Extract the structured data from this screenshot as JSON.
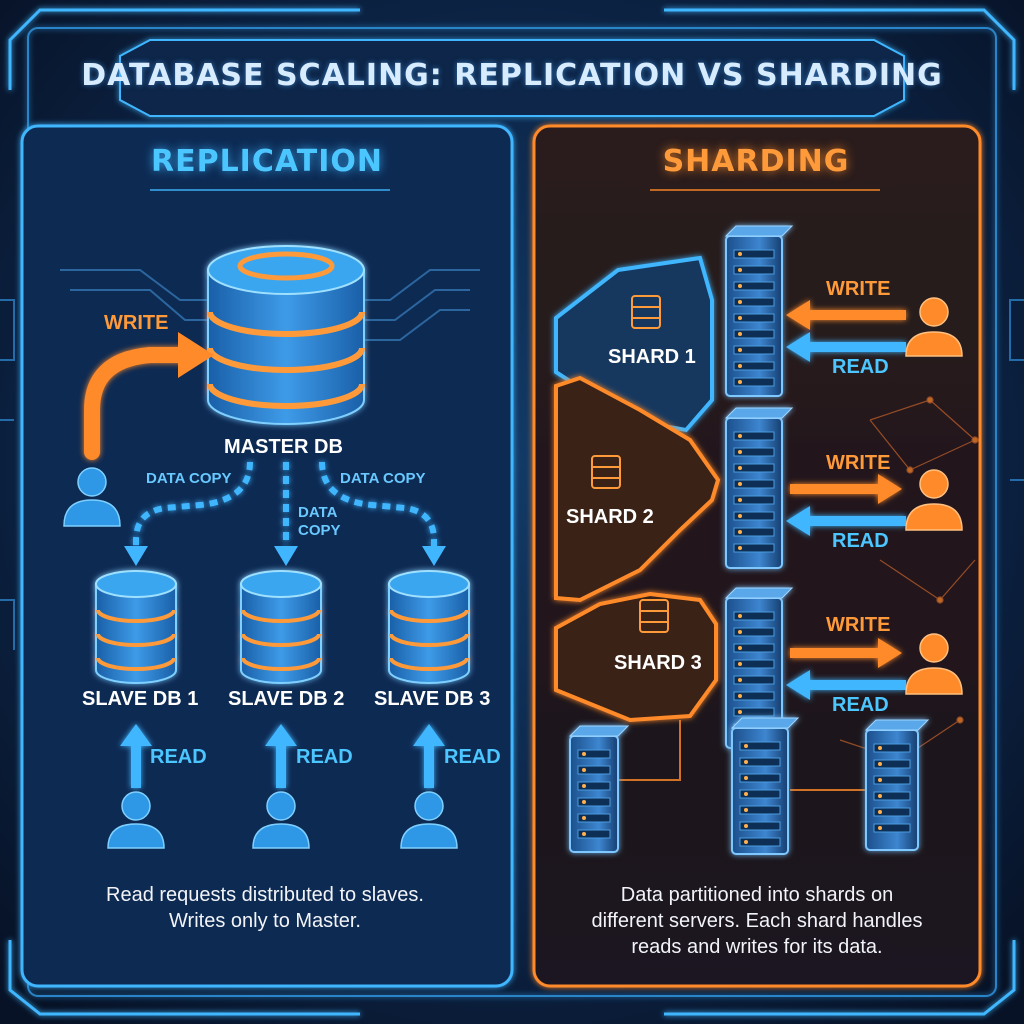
{
  "title": "DATABASE SCALING: REPLICATION VS SHARDING",
  "replication": {
    "heading": "REPLICATION",
    "write_label": "WRITE",
    "master_label": "MASTER DB",
    "copy_left": "DATA COPY",
    "copy_mid_1": "DATA",
    "copy_mid_2": "COPY",
    "copy_right": "DATA COPY",
    "slaves": [
      {
        "label": "SLAVE DB 1",
        "read": "READ"
      },
      {
        "label": "SLAVE DB 2",
        "read": "READ"
      },
      {
        "label": "SLAVE DB 3",
        "read": "READ"
      }
    ],
    "caption_line1": "Read requests distributed to slaves.",
    "caption_line2": "Writes only to Master."
  },
  "sharding": {
    "heading": "SHARDING",
    "shards": [
      {
        "label": "SHARD 1",
        "write": "WRITE",
        "read": "READ"
      },
      {
        "label": "SHARD 2",
        "write": "WRITE",
        "read": "READ"
      },
      {
        "label": "SHARD 3",
        "write": "WRITE",
        "read": "READ"
      }
    ],
    "caption_line1": "Data partitioned into shards on",
    "caption_line2": "different servers. Each shard handles",
    "caption_line3": "reads and writes for its data."
  },
  "colors": {
    "background": "#0a1a30",
    "accent_blue": "#3fb6ff",
    "accent_orange": "#ff8a2a"
  }
}
